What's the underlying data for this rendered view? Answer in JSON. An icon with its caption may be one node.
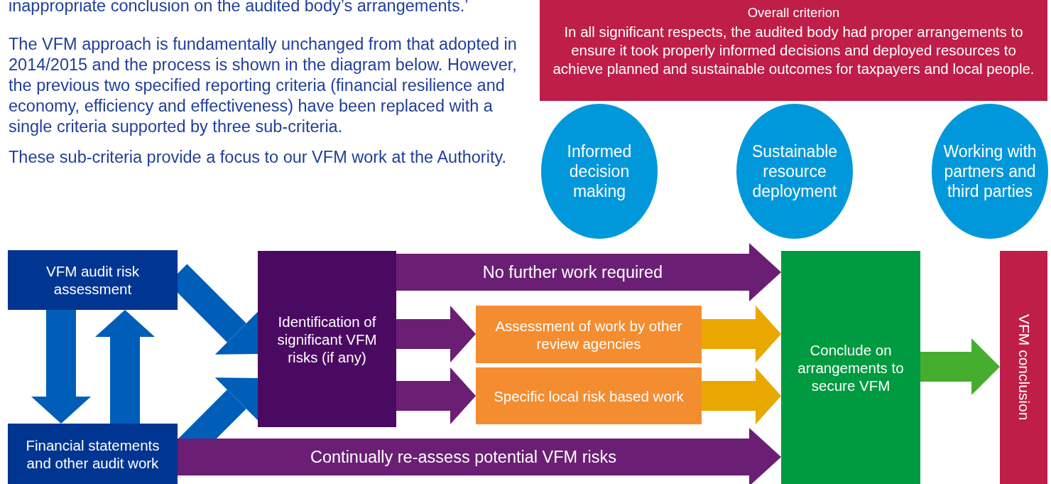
{
  "diagram": {
    "nodes": [
      {
        "text": [
          "Overall criterion",
          "In all significant respects, the audited body had proper arrangements to ensure it took properly informed decisions and deployed resources to achieve planned and sustainable outcomes for taxpayers and local people."
        ]
      },
      {
        "text": [
          "Informed decision making"
        ]
      },
      {
        "text": [
          "Sustainable resource deployment"
        ]
      },
      {
        "text": [
          "Working with partners and third parties"
        ]
      },
      {
        "text": [
          "VFM audit risk assessment"
        ]
      },
      {
        "text": [
          "Financial statements and other audit work"
        ]
      },
      {
        "text": [
          "Identification of significant VFM risks (if any)"
        ]
      },
      {
        "text": [
          "Assessment of work by other review agencies"
        ]
      },
      {
        "text": [
          "Specific local risk based work"
        ]
      },
      {
        "text": [
          "Conclude on arrangements to secure VFM"
        ]
      },
      {
        "text": [
          "VFM conclusion"
        ]
      }
    ],
    "edges": [
      {
        "from": 4,
        "to": 5,
        "arrow": "to",
        "color": "#005eb8"
      },
      {
        "from": 5,
        "to": 4,
        "arrow": "to",
        "color": "#005eb8"
      },
      {
        "from": 4,
        "to": 6,
        "arrow": "to",
        "color": "#005eb8"
      },
      {
        "from": 5,
        "to": 6,
        "arrow": "to",
        "color": "#005eb8"
      },
      {
        "from": 6,
        "to": 9,
        "arrow": "to",
        "label": "No further work required",
        "color": "#6b1f74"
      },
      {
        "from": 6,
        "to": 7,
        "arrow": "to",
        "color": "#6b1f74"
      },
      {
        "from": 6,
        "to": 8,
        "arrow": "to",
        "color": "#6b1f74"
      },
      {
        "from": 7,
        "to": 9,
        "arrow": "to",
        "color": "#e8a800"
      },
      {
        "from": 8,
        "to": 9,
        "arrow": "to",
        "color": "#e8a800"
      },
      {
        "from": 5,
        "to": 9,
        "arrow": "to",
        "label": "Continually re-assess potential VFM risks",
        "color": "#6b1f74"
      },
      {
        "from": 9,
        "to": 10,
        "arrow": "to",
        "color": "#46ae2f"
      }
    ],
    "labels": [
      "inappropriate conclusion on the audited body’s arrangements.’",
      "The VFM approach is fundamentally unchanged from that adopted in 2014/2015 and the process is shown in the diagram below. However, the previous two specified reporting criteria (financial resilience and economy, efficiency and effectiveness) have been replaced with a single criteria supported by three sub-criteria.",
      "These sub-criteria provide a focus to our VFM work at the Authority."
    ]
  }
}
